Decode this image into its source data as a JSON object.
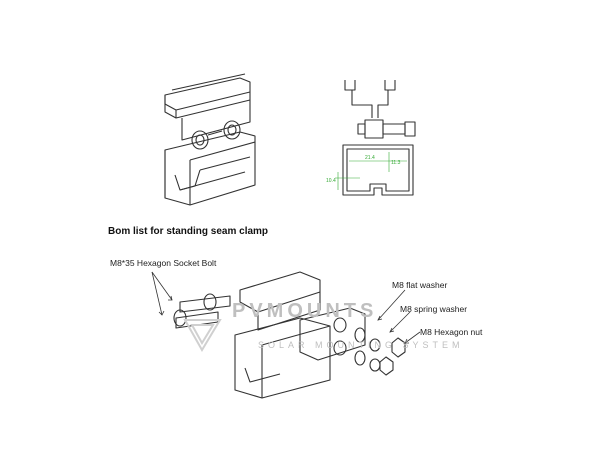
{
  "bom_heading": "Bom list for standing seam clamp",
  "labels": {
    "bolt": "M8*35 Hexagon Socket Bolt",
    "flat_washer": "M8  flat washer",
    "spring_washer": "M8 spring washer",
    "hex_nut": "M8 Hexagon nut"
  },
  "watermark": {
    "brand": "PVMOUNTS",
    "tagline": "SOLAR MOUNTING SYSTEM"
  },
  "dimensions": {
    "width": "21.4",
    "height": "11.3",
    "slot": "10.4"
  },
  "colors": {
    "line": "#333333",
    "dimension": "#33aa33",
    "watermark": "#c4c4c4"
  }
}
